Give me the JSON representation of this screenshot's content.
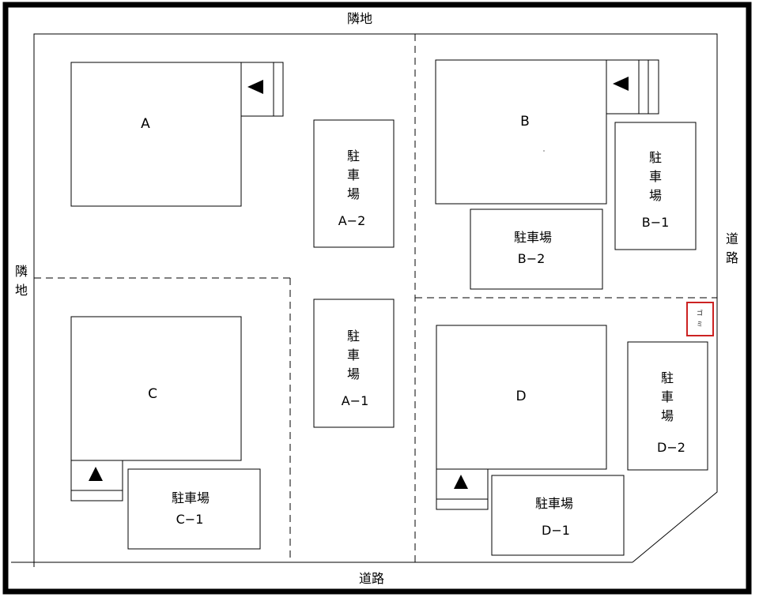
{
  "neighbor_top": "隣地",
  "neighbor_left": {
    "top_char": "隣",
    "bottom_char": "地"
  },
  "road_bottom": "道路",
  "road_right": {
    "top_char": "道",
    "bottom_char": "路"
  },
  "garbage": {
    "char1": "ゴ",
    "char2": "ミ",
    "color": "#cc2222"
  },
  "houses": {
    "a": "A",
    "b": "B",
    "c": "C",
    "d": "D"
  },
  "parking": {
    "a2": {
      "chars": [
        "駐",
        "車",
        "場"
      ],
      "code": "A−2"
    },
    "a1": {
      "chars": [
        "駐",
        "車",
        "場"
      ],
      "code": "A−1"
    },
    "b1": {
      "chars": [
        "駐",
        "車",
        "場"
      ],
      "code": "B−1"
    },
    "b2": {
      "label": "駐車場",
      "code": "B−2"
    },
    "c1": {
      "label": "駐車場",
      "code": "C−1"
    },
    "d1": {
      "label": "駐車場",
      "code": "D−1"
    },
    "d2": {
      "chars": [
        "駐",
        "車",
        "場"
      ],
      "code": "D−2"
    }
  },
  "entrance_icons": {
    "a": "left-triangle-icon",
    "b": "left-triangle-icon",
    "c": "up-triangle-icon",
    "d": "up-triangle-icon"
  }
}
